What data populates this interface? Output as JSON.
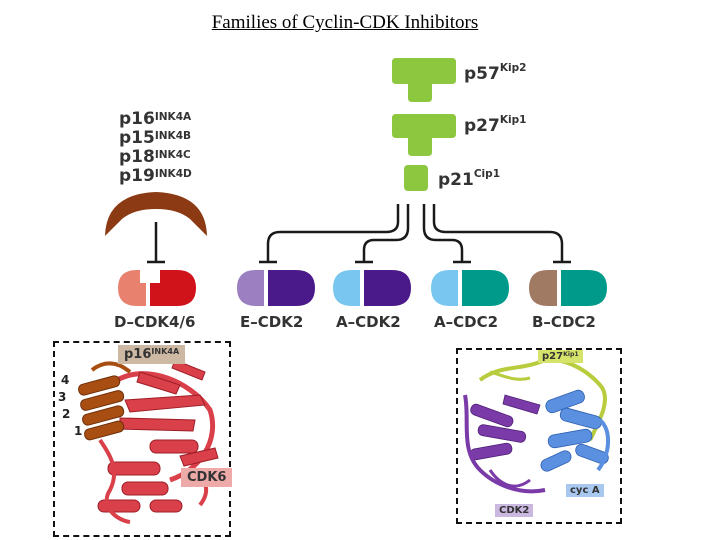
{
  "title": "Families of Cyclin-CDK Inhibitors",
  "kip_family": [
    {
      "base": "p57",
      "sup": "Kip2"
    },
    {
      "base": "p27",
      "sup": "Kip1"
    },
    {
      "base": "p21",
      "sup": "Cip1"
    }
  ],
  "ink4_family": [
    {
      "base": "p16",
      "sup": "INK4A"
    },
    {
      "base": "p15",
      "sup": "INK4B"
    },
    {
      "base": "p18",
      "sup": "INK4C"
    },
    {
      "base": "p19",
      "sup": "INK4D"
    }
  ],
  "complexes": [
    {
      "label": "D–CDK4/6",
      "left_color": "#e8826e",
      "right_color": "#d0121b"
    },
    {
      "label": "E–CDK2",
      "left_color": "#9b7fc0",
      "right_color": "#4b1a8a"
    },
    {
      "label": "A–CDK2",
      "left_color": "#79c7f0",
      "right_color": "#4b1a8a"
    },
    {
      "label": "A–CDC2",
      "left_color": "#79c7f0",
      "right_color": "#009a8b"
    },
    {
      "label": "B–CDC2",
      "left_color": "#a07a62",
      "right_color": "#009a8b"
    }
  ],
  "colors": {
    "kip_green": "#8dc63f",
    "ink4_brown": "#8b3a13",
    "line": "#1a1a1a"
  },
  "left_structure": {
    "inhibitor": {
      "base": "p16",
      "sup": "INK4A"
    },
    "cdk": "CDK6",
    "helices": [
      "4",
      "3",
      "2",
      "1"
    ]
  },
  "right_structure": {
    "inhibitor": {
      "base": "p27",
      "sup": "Kip1"
    },
    "cyclin": "cyc A",
    "cdk": "CDK2"
  }
}
